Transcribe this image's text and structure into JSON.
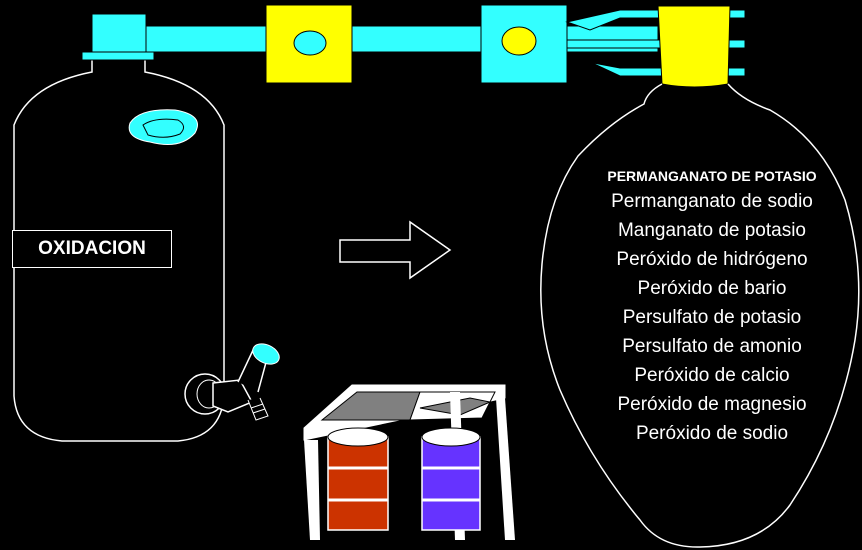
{
  "bottle_label": "OXIDACION",
  "oxidants": {
    "title": "PERMANGANATO DE POTASIO",
    "items": [
      "Permanganato de sodio",
      "Manganato de potasio",
      "Peróxido de hidrógeno",
      "Peróxido de bario",
      "Persulfato de potasio",
      "Persulfato de amonio",
      "Peróxido de calcio",
      "Peróxido de magnesio",
      "Peróxido de sodio"
    ]
  },
  "colors": {
    "background": "#000000",
    "outline": "#ffffff",
    "pipe": "#33ffff",
    "connector": "#ffff00",
    "drum_left": "#cc3300",
    "drum_right": "#6633ff",
    "tray": "#808080"
  },
  "icons": [
    "arrow-right-icon",
    "valve-icon",
    "drum-icon",
    "tray-icon"
  ]
}
